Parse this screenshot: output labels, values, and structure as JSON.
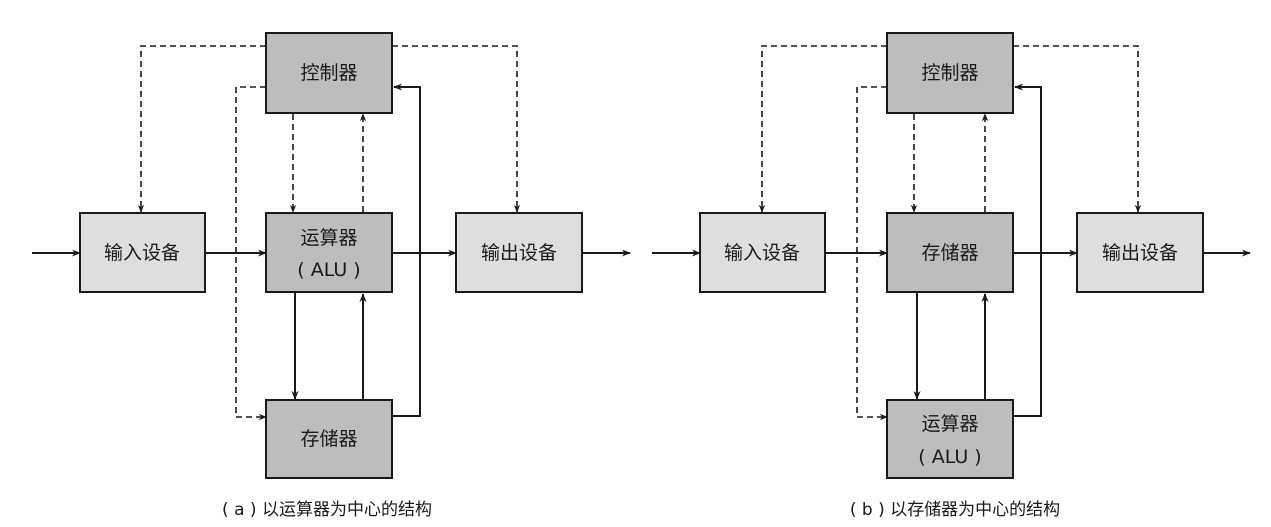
{
  "panel_a": {
    "controller": "控制器",
    "input": "输入设备",
    "alu_line1": "运算器",
    "alu_line2": "( ALU )",
    "output": "输出设备",
    "memory": "存储器",
    "caption": "( a ) 以运算器为中心的结构"
  },
  "panel_b": {
    "controller": "控制器",
    "input": "输入设备",
    "memory": "存储器",
    "output": "输出设备",
    "alu_line1": "运算器",
    "alu_line2": "( ALU )",
    "caption": "( b ) 以存储器为中心的结构"
  },
  "colors": {
    "io_fill": "#dedede",
    "core_fill": "#bdbdbd",
    "line": "#1a1a1a"
  }
}
